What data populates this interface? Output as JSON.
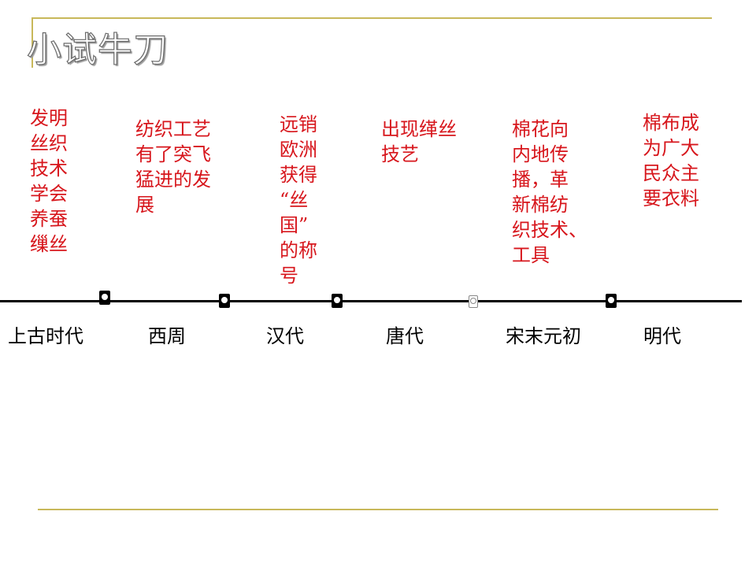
{
  "slide": {
    "title": "小试牛刀"
  },
  "timeline": {
    "eras": [
      "上古时代",
      "西周",
      "汉代",
      "唐代",
      "宋末元初",
      "明代"
    ],
    "events": [
      [
        "发明",
        "丝织",
        "技术",
        "学会",
        "养蚕",
        "缫丝"
      ],
      [
        "纺织工艺",
        "有了突飞",
        "猛进的发",
        "展"
      ],
      [
        "远销",
        "欧洲",
        "获得",
        "“丝",
        "国”",
        "的称",
        "号"
      ],
      [
        "出现缂丝",
        "技艺"
      ],
      [
        "棉花向",
        "内地传",
        "播，革",
        "新棉纺",
        "织技术、",
        "工具"
      ],
      [
        "棉布成",
        "为广大",
        "民众主",
        "要衣料"
      ]
    ]
  },
  "colors": {
    "event_text": "#d7161c",
    "era_text": "#000000",
    "rule": "#c8b85a"
  }
}
